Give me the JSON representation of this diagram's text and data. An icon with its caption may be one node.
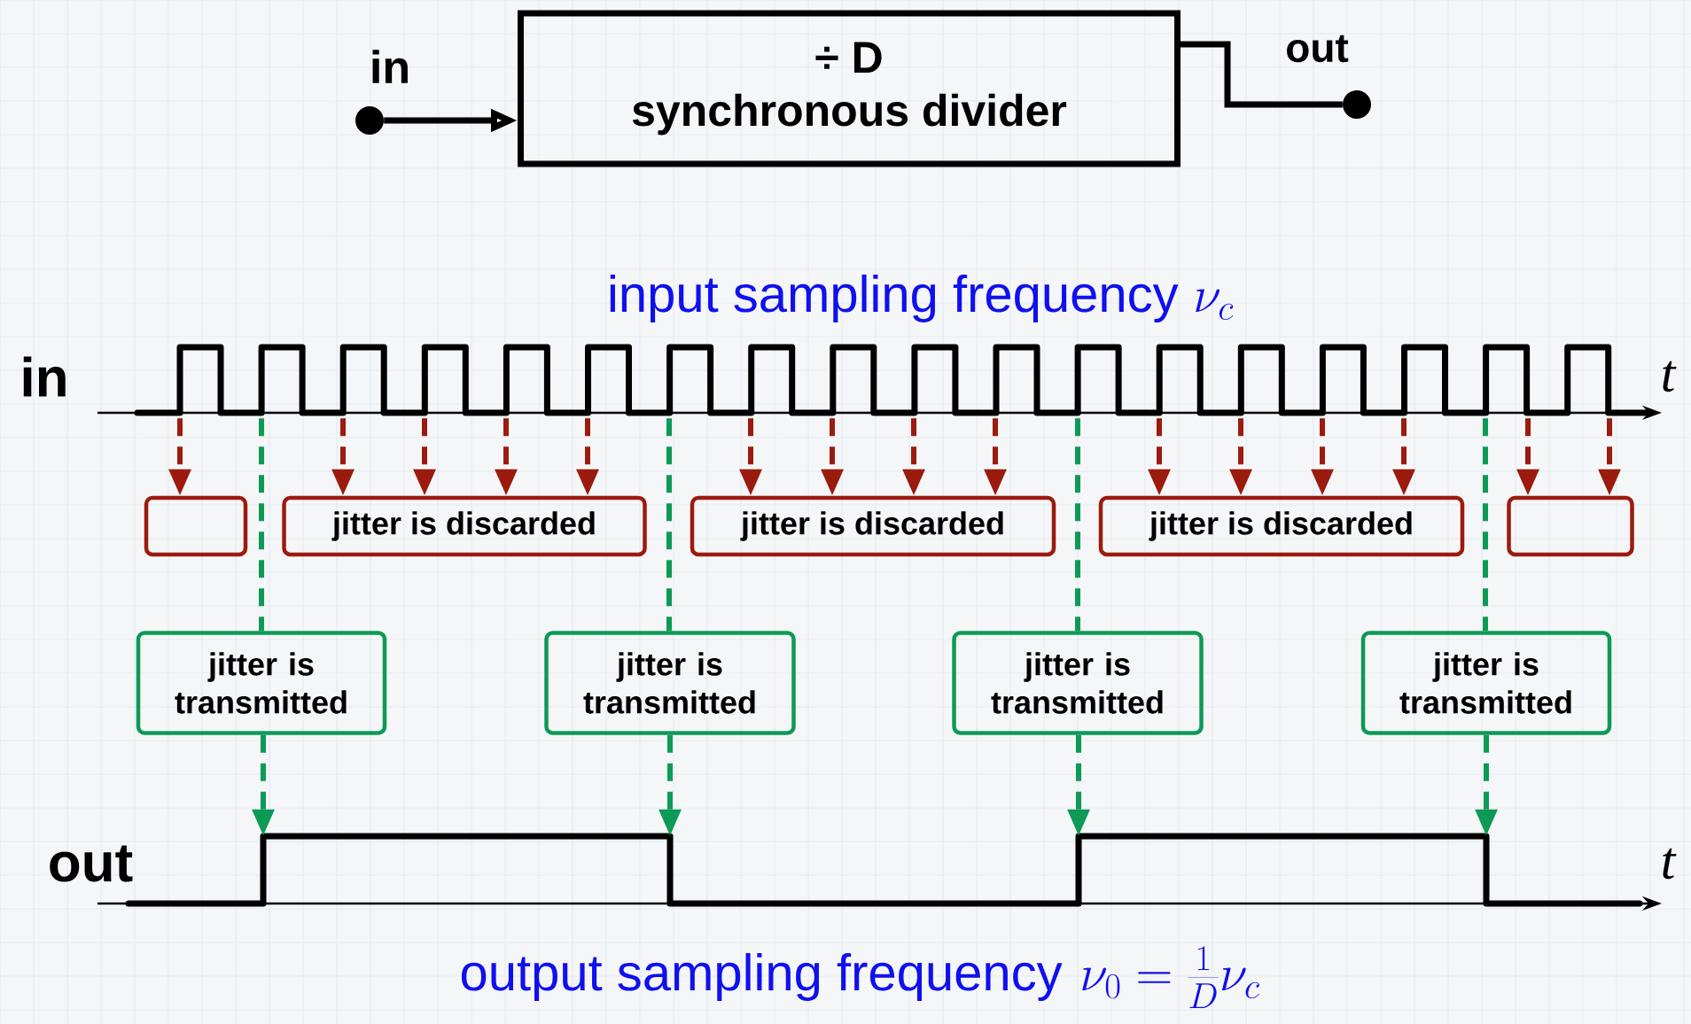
{
  "diagram": {
    "nodes": [
      {
        "text": [],
        "shape": "circle",
        "beside": [
          "in"
        ]
      },
      {
        "text": [
          "÷ D",
          "synchronous divider"
        ]
      },
      {
        "text": [],
        "shape": "circle",
        "beside": [
          "out"
        ]
      },
      {
        "text": [],
        "shape": "box"
      },
      {
        "text": [
          "jitter is discarded"
        ]
      },
      {
        "text": [
          "jitter is discarded"
        ]
      },
      {
        "text": [
          "jitter is discarded"
        ]
      },
      {
        "text": [],
        "shape": "box"
      },
      {
        "text": [
          "jitter is transmitted"
        ]
      },
      {
        "text": [
          "jitter is transmitted"
        ]
      },
      {
        "text": [
          "jitter is transmitted"
        ]
      },
      {
        "text": [
          "jitter is transmitted"
        ]
      },
      {
        "text": [],
        "shape": "picture"
      },
      {
        "text": [],
        "shape": "picture"
      }
    ],
    "edges": [
      {
        "from": 0,
        "to": 1,
        "arrow": "to",
        "color": "#000000"
      },
      {
        "from": 1,
        "to": 2,
        "arrow": "none",
        "color": "#000000"
      },
      {
        "from": 12,
        "to": 3,
        "arrow": "to",
        "style": "dashed"
      },
      {
        "from": 12,
        "to": 4,
        "arrow": "to",
        "style": "dashed"
      },
      {
        "from": 12,
        "to": 4,
        "arrow": "to",
        "style": "dashed"
      },
      {
        "from": 12,
        "to": 4,
        "arrow": "to",
        "style": "dashed"
      },
      {
        "from": 12,
        "to": 4,
        "arrow": "to",
        "style": "dashed"
      },
      {
        "from": 12,
        "to": 5,
        "arrow": "to",
        "style": "dashed"
      },
      {
        "from": 12,
        "to": 5,
        "arrow": "to",
        "style": "dashed"
      },
      {
        "from": 12,
        "to": 5,
        "arrow": "to",
        "style": "dashed"
      },
      {
        "from": 12,
        "to": 5,
        "arrow": "to",
        "style": "dashed"
      },
      {
        "from": 12,
        "to": 6,
        "arrow": "to",
        "style": "dashed"
      },
      {
        "from": 12,
        "to": 6,
        "arrow": "to",
        "style": "dashed"
      },
      {
        "from": 12,
        "to": 6,
        "arrow": "to",
        "style": "dashed"
      },
      {
        "from": 12,
        "to": 6,
        "arrow": "to",
        "style": "dashed"
      },
      {
        "from": 12,
        "to": 7,
        "arrow": "to",
        "style": "dashed"
      },
      {
        "from": 12,
        "to": 7,
        "arrow": "to",
        "style": "dashed"
      },
      {
        "from": 12,
        "to": 8,
        "arrow": "none",
        "style": "dashed",
        "color": "#0d9a55"
      },
      {
        "from": 8,
        "to": 13,
        "arrow": "to",
        "style": "dashed",
        "color": "#0d9a55"
      },
      {
        "from": 12,
        "to": 9,
        "arrow": "none",
        "style": "dashed",
        "color": "#0d9a55"
      },
      {
        "from": 9,
        "to": 13,
        "arrow": "to",
        "style": "dashed",
        "color": "#0d9a55"
      },
      {
        "from": 12,
        "to": 10,
        "arrow": "none",
        "style": "dashed",
        "color": "#0d9a55"
      },
      {
        "from": 10,
        "to": 13,
        "arrow": "to",
        "style": "dashed",
        "color": "#0d9a55"
      },
      {
        "from": 12,
        "to": 11,
        "arrow": "none",
        "style": "dashed",
        "color": "#0d9a55"
      },
      {
        "from": 11,
        "to": 13,
        "arrow": "to",
        "style": "dashed",
        "color": "#0d9a55"
      }
    ],
    "labels": [
      "input sampling frequency",
      "\\nu_c",
      "in",
      "t",
      "out",
      "t",
      "output sampling frequency",
      "\\nu_0 = \\frac{1}{D}\\nu_c"
    ]
  }
}
